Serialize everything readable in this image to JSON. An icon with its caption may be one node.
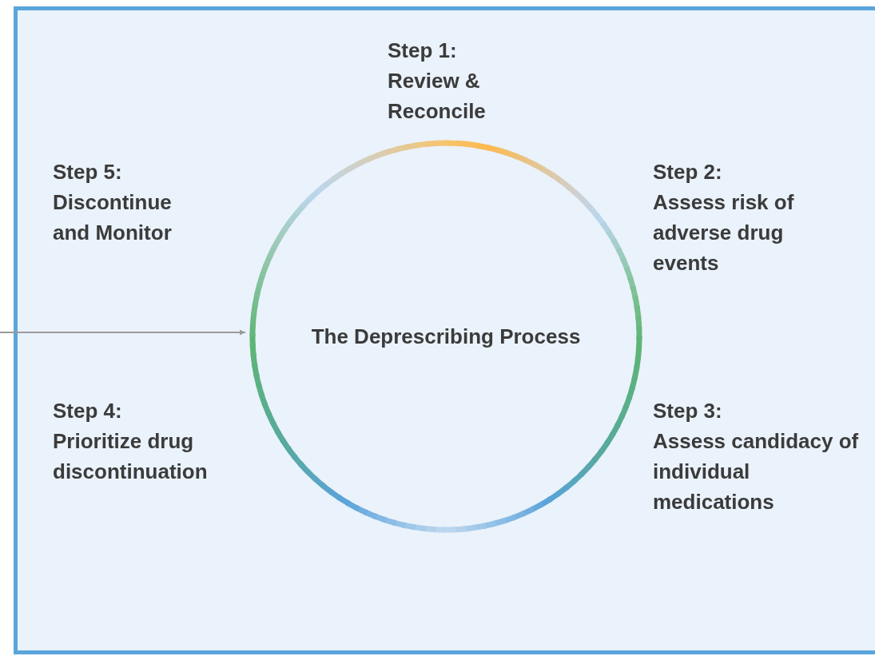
{
  "diagram": {
    "nodes": [
      {
        "text": [],
        "shape": "box"
      },
      {
        "text": [
          "The Deprescribing Process"
        ],
        "in": 0
      }
    ],
    "edges": [
      {
        "from": null,
        "to": 1,
        "arrow": "to"
      }
    ],
    "labels": [
      "Step 1:",
      "Review & Reconcile",
      "Step 5:",
      "Discontinue and Monitor",
      "Step 2:",
      "Assess risk of adverse drug events",
      "Step 4:",
      "Prioritize drug discontinuation",
      "Step 3:",
      "Assess candidacy of individual medications"
    ]
  }
}
